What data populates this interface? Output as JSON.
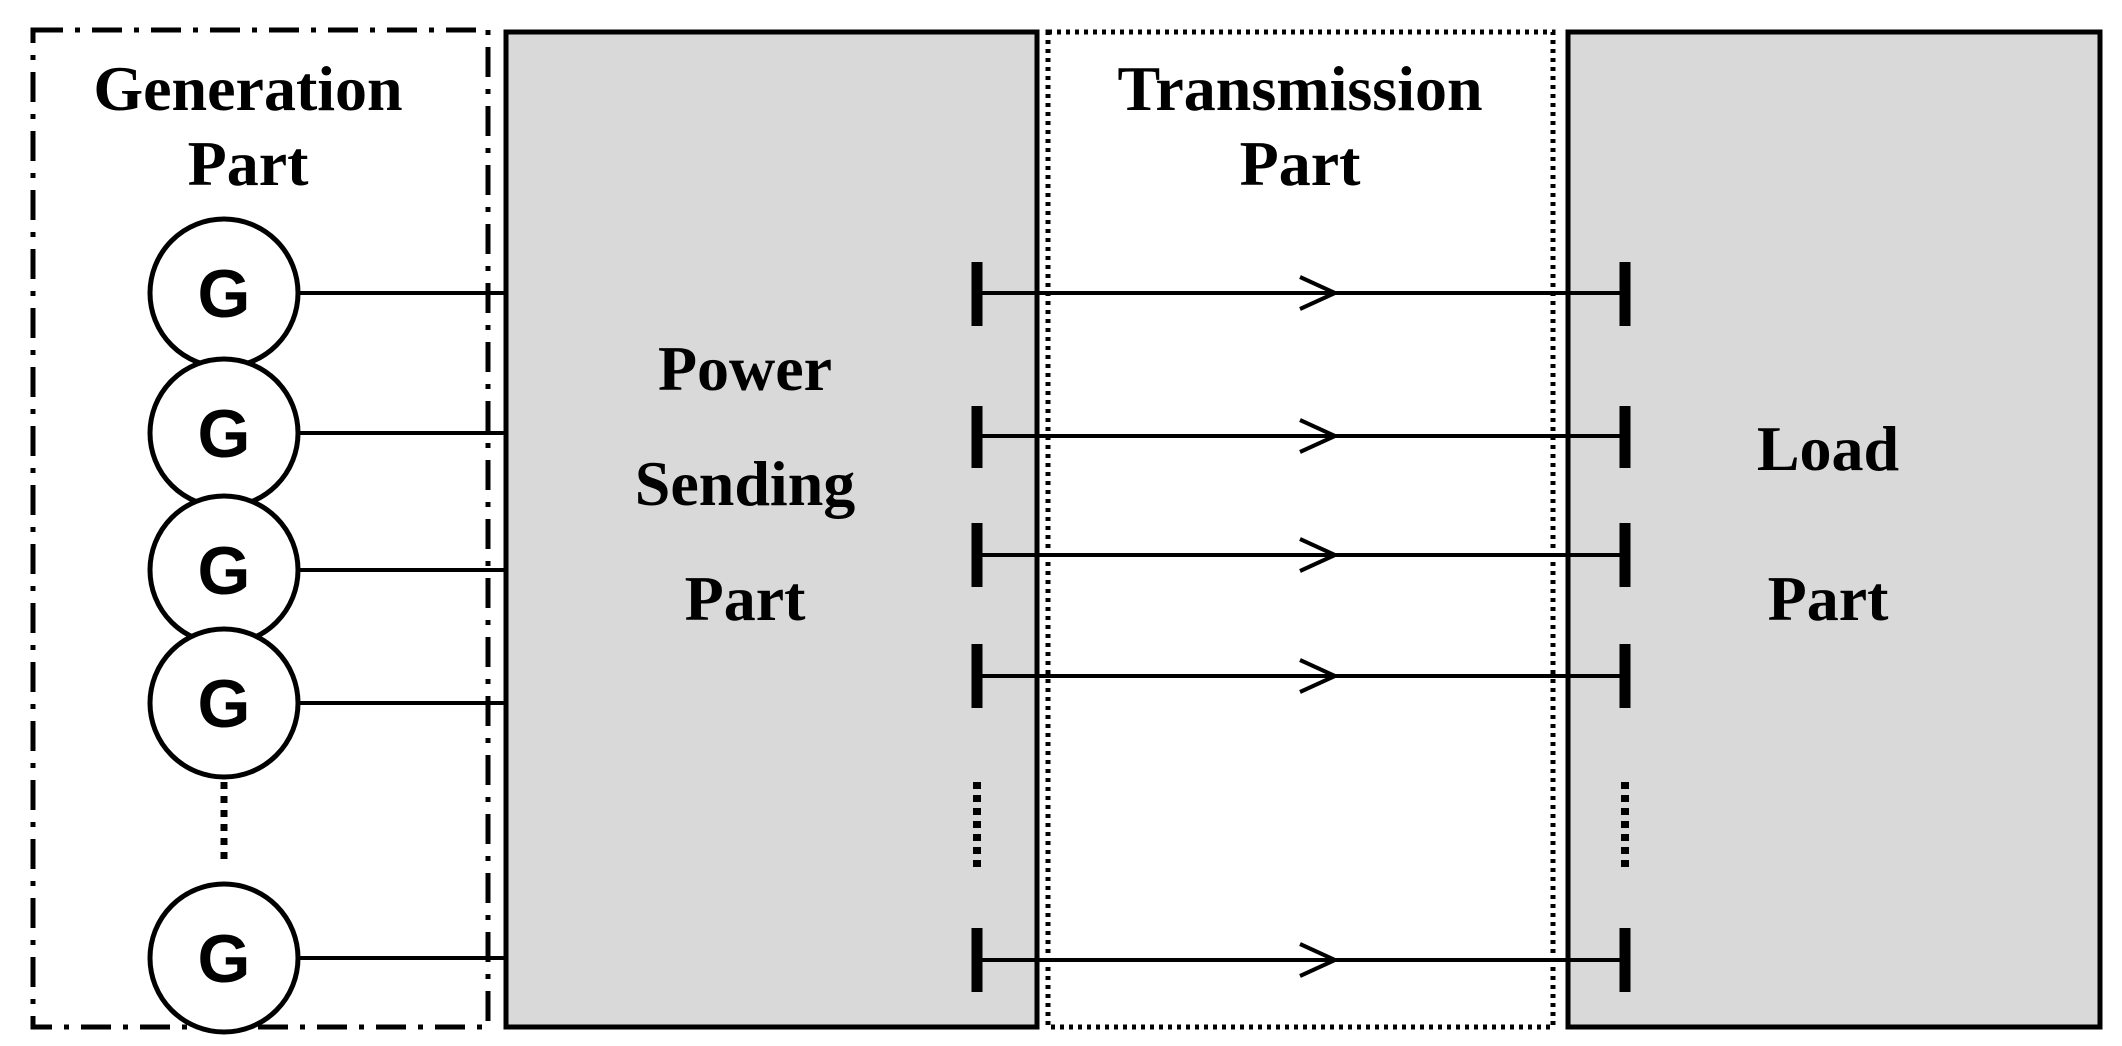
{
  "diagram": {
    "generation": {
      "line1": "Generation",
      "line2": "Part"
    },
    "sending": {
      "line1": "Power",
      "line2": "Sending",
      "line3": "Part"
    },
    "transmission": {
      "line1": "Transmission",
      "line2": "Part"
    },
    "load": {
      "line1": "Load",
      "line2": "Part"
    },
    "generator_label": "G",
    "generator_count_shown": 5,
    "transmission_line_count_shown": 5,
    "colors": {
      "block_fill": "#d9d9d9",
      "stroke": "#000000",
      "background": "#ffffff"
    }
  }
}
